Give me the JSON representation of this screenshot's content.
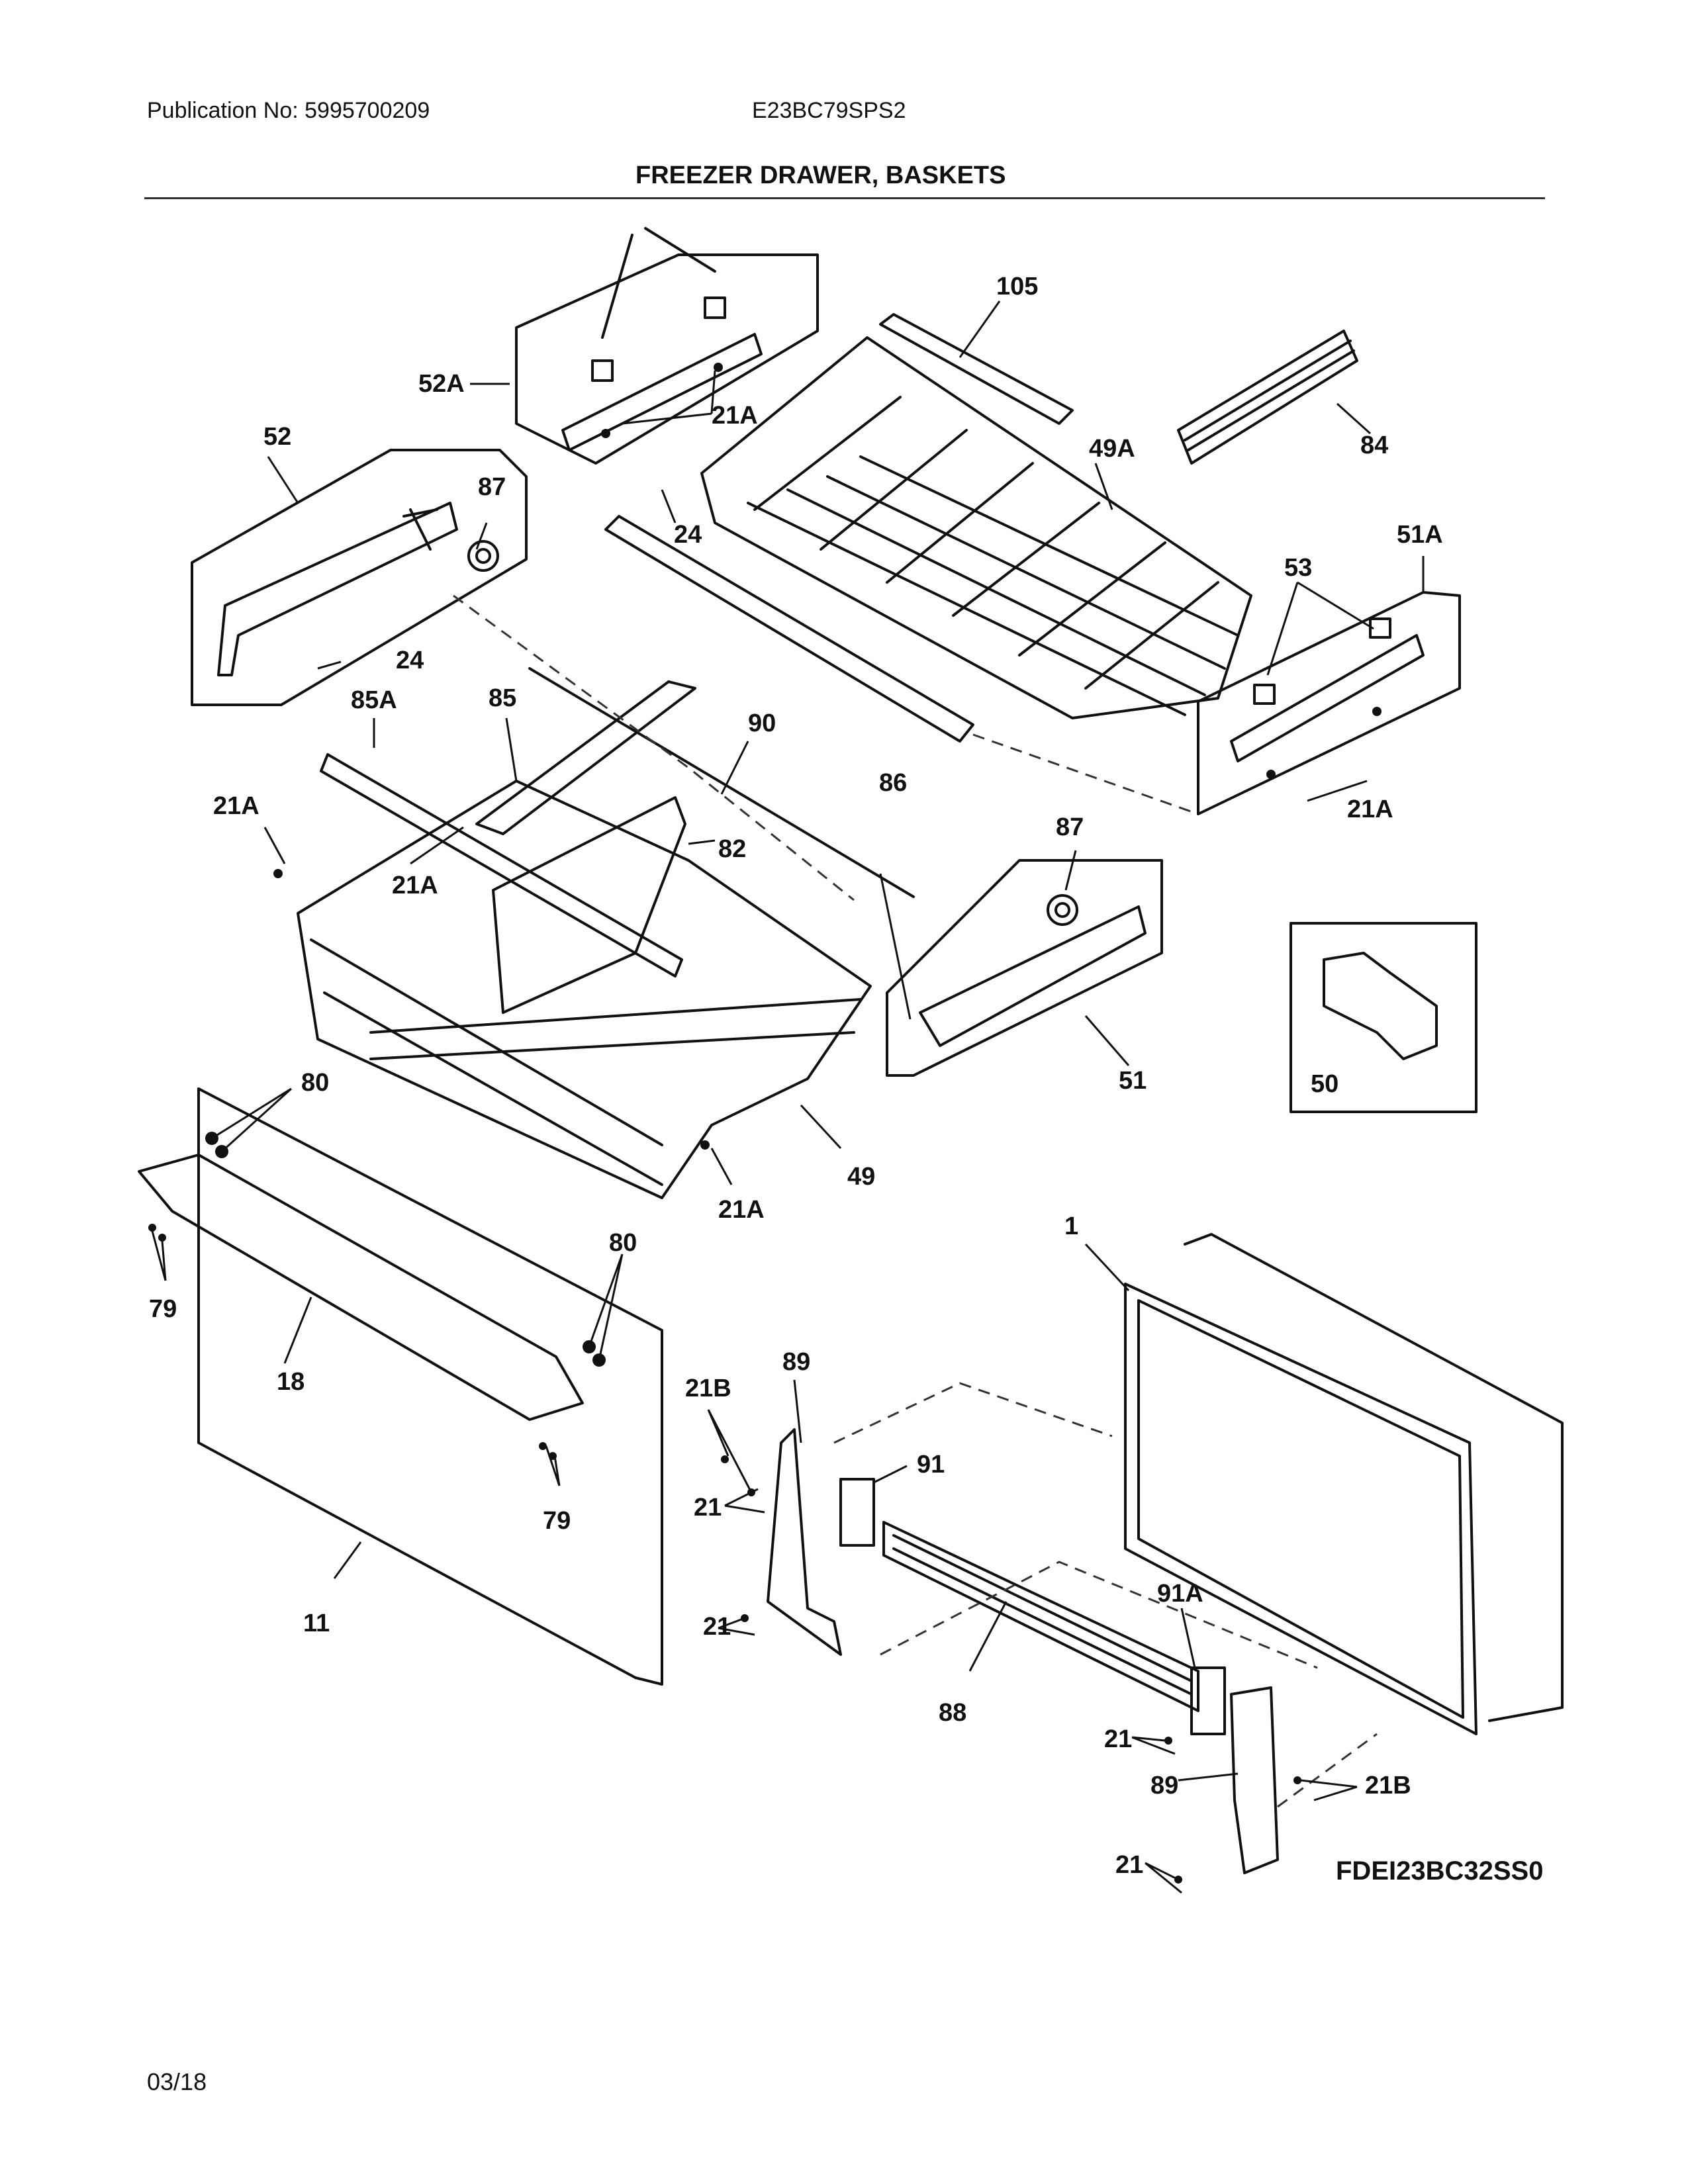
{
  "header": {
    "publication": "Publication No: 5995700209",
    "model": "E23BC79SPS2",
    "title": "FREEZER DRAWER, BASKETS"
  },
  "callouts": {
    "c105": "105",
    "c52A": "52A",
    "c21A_top": "21A",
    "c49A": "49A",
    "c84": "84",
    "c52": "52",
    "c87_left": "87",
    "c24_a": "24",
    "c24_b": "24",
    "c51A": "51A",
    "c53": "53",
    "c85A": "85A",
    "c85": "85",
    "c90": "90",
    "c86": "86",
    "c21A_right": "21A",
    "c21A_left": "21A",
    "c82": "82",
    "c21A_basket": "21A",
    "c87_right": "87",
    "c51": "51",
    "c50": "50",
    "c80_a": "80",
    "c49": "49",
    "c21A_bottom": "21A",
    "c80_b": "80",
    "c1": "1",
    "c79_a": "79",
    "c18": "18",
    "c21B_a": "21B",
    "c89_a": "89",
    "c91": "91",
    "c21_a": "21",
    "c79_b": "79",
    "c11": "11",
    "c21_b": "21",
    "c88": "88",
    "c91A": "91A",
    "c21_c": "21",
    "c89_b": "89",
    "c21B_b": "21B",
    "c21_d": "21"
  },
  "diagram_code": "FDEI23BC32SS0",
  "footer": {
    "date": "03/18"
  }
}
